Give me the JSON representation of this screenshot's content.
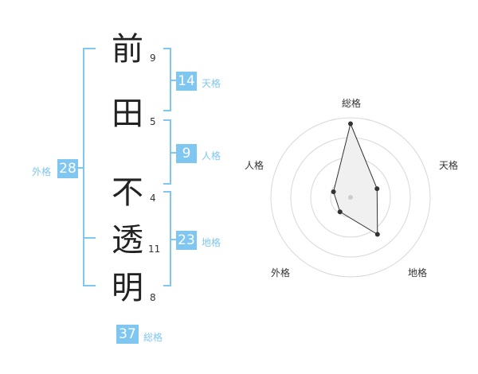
{
  "name_chars": [
    {
      "char": "前",
      "strokes": "9"
    },
    {
      "char": "田",
      "strokes": "5"
    },
    {
      "char": "不",
      "strokes": "4"
    },
    {
      "char": "透",
      "strokes": "11"
    },
    {
      "char": "明",
      "strokes": "8"
    }
  ],
  "fortunes": {
    "tenkaku": {
      "label": "天格",
      "value": "14"
    },
    "jinkaku": {
      "label": "人格",
      "value": "9"
    },
    "chikaku": {
      "label": "地格",
      "value": "23"
    },
    "gaikaku": {
      "label": "外格",
      "value": "28"
    },
    "soukaku": {
      "label": "総格",
      "value": "37"
    }
  },
  "colors": {
    "accent": "#7fc6f0",
    "text": "#222222",
    "radar_fill": "#f0f0f0"
  },
  "chart_data": {
    "type": "radar",
    "axes": [
      "総格",
      "天格",
      "地格",
      "外格",
      "人格"
    ],
    "values": [
      37,
      14,
      23,
      9,
      9
    ],
    "range": [
      0,
      40
    ],
    "rings": 4
  }
}
